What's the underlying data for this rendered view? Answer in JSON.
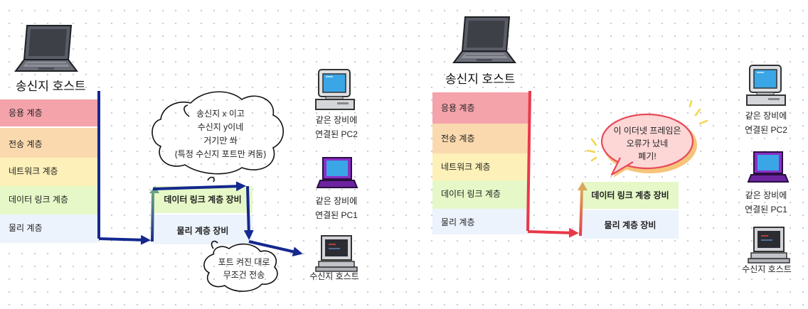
{
  "left": {
    "sender_title": "송신지 호스트",
    "layers": [
      "응용 계층",
      "전송 계층",
      "네트워크 계층",
      "데이터 링크 계층",
      "물리 계층"
    ],
    "device": {
      "datalink": "데이터 링크 계층 장비",
      "physical": "물리 계층 장비"
    },
    "thought_bubble": [
      "송신지 x 이고",
      "수신지 y이네",
      "거기만 쏴",
      "(특정 수신지 포트만 켜둠)"
    ],
    "cloud_bubble": [
      "포트 켜진 대로",
      "무조건 전송"
    ],
    "pc2": [
      "같은 장비에",
      "연결된 PC2"
    ],
    "pc1": [
      "같은 장비에",
      "연결된 PC1"
    ],
    "receiver": "수신지 호스트"
  },
  "right": {
    "sender_title": "송신지 호스트",
    "layers": [
      "응용 계층",
      "전송 계층",
      "네트워크 계층",
      "데이터 링크 계층",
      "물리 계층"
    ],
    "device": {
      "datalink": "데이터 링크 계층 장비",
      "physical": "물리 계층 장비"
    },
    "speech_bubble": [
      "이 이더넷 프레임은",
      "오류가 났네",
      "폐기!"
    ],
    "pc2": [
      "같은 장비에",
      "연결된 PC2"
    ],
    "pc1": [
      "같은 장비에",
      "연결된 PC1"
    ],
    "receiver": "수신지 호스트"
  },
  "colors": {
    "app_layer": "#f4a3ab",
    "transport_layer": "#fbd9ae",
    "network_layer": "#fdf0b8",
    "datalink_layer": "#e6f8c7",
    "physical_layer": "#ecf3fd",
    "left_arrow": "#14288f",
    "right_arrow": "#e8394a",
    "right_arrow_up": "#d9a85a",
    "bubble_fill": "#fdd6d6",
    "bubble_stroke": "#e64a5a",
    "laptop_dark": "#4a4d55",
    "monitor_screen": "#3aa6e6",
    "monitor_purple": "#8a2fc8"
  },
  "icons": [
    "laptop-icon",
    "desktop-pc-icon",
    "purple-laptop-icon",
    "retro-computer-icon"
  ]
}
